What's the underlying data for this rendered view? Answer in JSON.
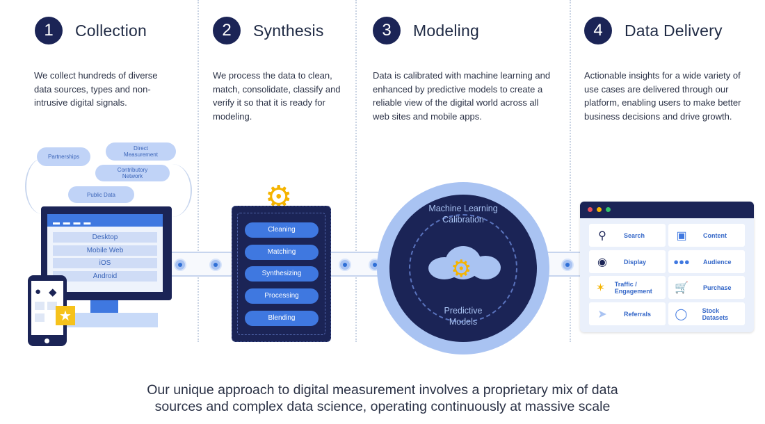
{
  "steps": [
    {
      "number": "1",
      "title": "Collection",
      "description": "We collect hundreds of diverse data sources, types and non-intrusive digital signals."
    },
    {
      "number": "2",
      "title": "Synthesis",
      "description": "We process the data to clean, match, consolidate, classify and verify it so that it is ready for modeling."
    },
    {
      "number": "3",
      "title": "Modeling",
      "description": "Data is calibrated with machine learning and enhanced by predictive models to create a reliable view of the digital world across all web sites and mobile apps."
    },
    {
      "number": "4",
      "title": "Data Delivery",
      "description": "Actionable insights for a wide variety of use cases are delivered through our platform, enabling users to make better business decisions and drive growth."
    }
  ],
  "collection": {
    "sources": [
      "Partnerships",
      "Direct Measurement",
      "Contributory Network",
      "Public Data"
    ],
    "devices": [
      "Desktop",
      "Mobile Web",
      "iOS",
      "Android"
    ]
  },
  "synthesis": {
    "processes": [
      "Cleaning",
      "Matching",
      "Synthesizing",
      "Processing",
      "Blending"
    ]
  },
  "modeling": {
    "top_label": "Machine Learning Calibration",
    "bottom_label": "Predictive Models"
  },
  "delivery": {
    "tiles": [
      {
        "label": "Search",
        "icon": "magnifier-icon"
      },
      {
        "label": "Content",
        "icon": "window-cursor-icon"
      },
      {
        "label": "Display",
        "icon": "display-ad-icon"
      },
      {
        "label": "Audience",
        "icon": "people-icon"
      },
      {
        "label": "Traffic / Engagement",
        "icon": "traffic-spark-icon"
      },
      {
        "label": "Purchase",
        "icon": "cart-icon"
      },
      {
        "label": "Referrals",
        "icon": "pointer-icon"
      },
      {
        "label": "Stock Datasets",
        "icon": "donut-chart-icon"
      }
    ]
  },
  "colors": {
    "navy": "#1b2456",
    "blue": "#3f78e0",
    "light_blue": "#a9c3f2",
    "gold": "#f5b400"
  },
  "footer": {
    "line1": "Our unique approach to digital measurement involves a proprietary mix of data",
    "line2": "sources and complex data science, operating continuously at massive scale"
  }
}
